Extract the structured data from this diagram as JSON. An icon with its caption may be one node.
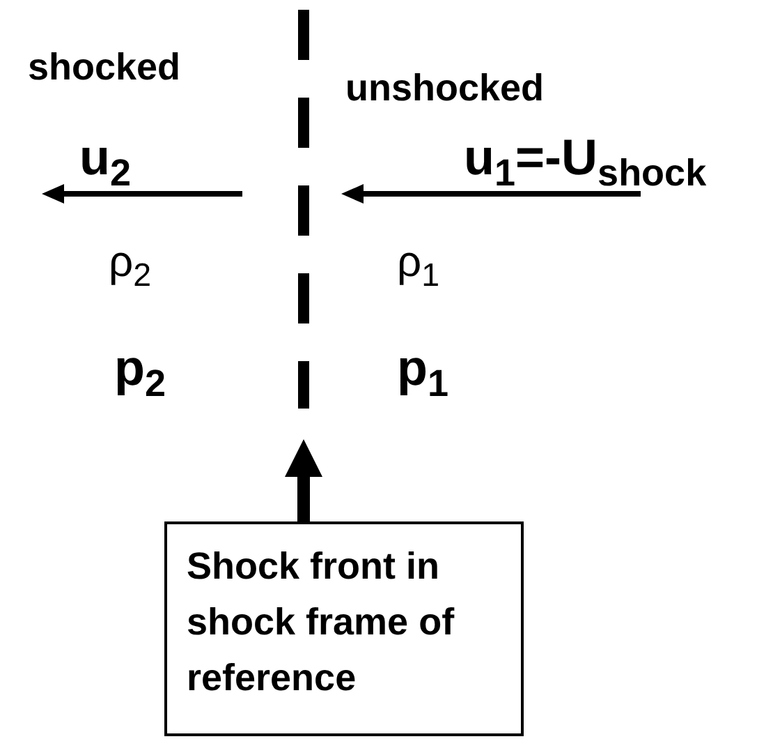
{
  "diagram": {
    "nodes": [
      {
        "text": [],
        "shape": "line"
      },
      {
        "text": [
          "Shock front in shock frame of reference"
        ]
      }
    ],
    "edges": [
      {
        "from": 1,
        "to": 0,
        "arrow": "to"
      }
    ],
    "labels": [
      "shocked",
      "unshocked",
      "u$_{2}$",
      "u$_{1}$=-U$_{shock}$",
      "ρ$_{2}$",
      "ρ$_{1}$",
      "p$_{2}$",
      "p$_{1}$"
    ]
  }
}
